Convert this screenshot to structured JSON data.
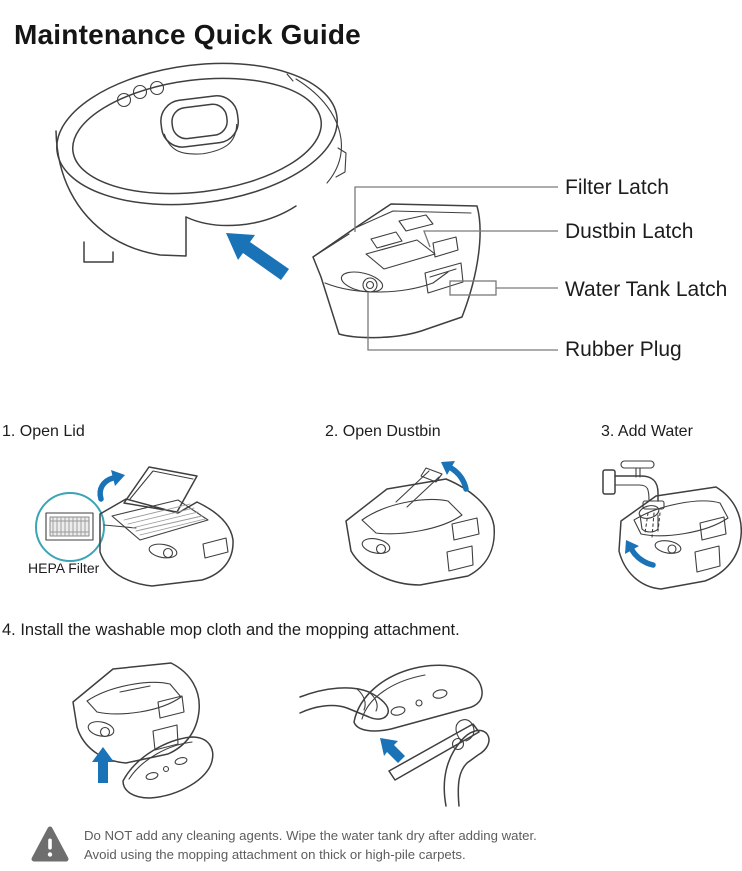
{
  "page": {
    "title": "Maintenance Quick Guide"
  },
  "colors": {
    "accent_blue": "#1b73b7",
    "callout_teal": "#3ba4b5",
    "line_art": "#3f3f3f",
    "warning_gray": "#6e6e6e"
  },
  "diagram": {
    "callouts": [
      {
        "label": "Filter Latch"
      },
      {
        "label": "Dustbin Latch"
      },
      {
        "label": "Water Tank Latch"
      },
      {
        "label": "Rubber Plug"
      }
    ]
  },
  "steps": [
    {
      "label": "1. Open Lid",
      "note": "HEPA Filter"
    },
    {
      "label": "2. Open Dustbin"
    },
    {
      "label": "3. Add Water"
    }
  ],
  "step4_heading": "4. Install the washable mop cloth and the mopping attachment.",
  "warning": {
    "line1": "Do NOT add any cleaning agents. Wipe the water tank dry after adding water.",
    "line2": "Avoid using the mopping attachment on thick or high-pile carpets."
  },
  "icons": {
    "hepa_filter_icon": "pleated-filter-grid",
    "warning_icon": "exclamation-triangle",
    "insert_arrow_icon": "blue-arrow",
    "faucet_icon": "water-tap"
  }
}
